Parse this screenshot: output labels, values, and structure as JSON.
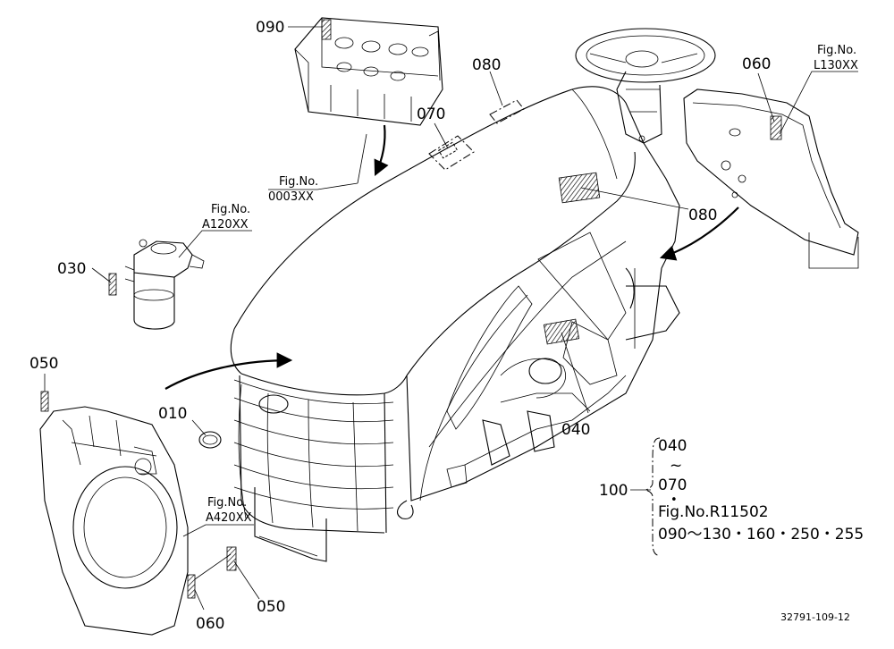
{
  "labels": {
    "p090": "090",
    "p080_top": "080",
    "p070": "070",
    "p080_right": "080",
    "p060_top": "060",
    "p030": "030",
    "p050_left": "050",
    "p010": "010",
    "p040": "040",
    "p050_bottom": "050",
    "p060_bottom": "060",
    "p100": "100"
  },
  "fig_refs": {
    "engine": {
      "caption": "Fig.No.",
      "number": "0003XX"
    },
    "filter": {
      "caption": "Fig.No.",
      "number": "A120XX"
    },
    "panel_right": {
      "caption": "Fig.No.",
      "number": "L130XX"
    },
    "shroud": {
      "caption": "Fig.No.",
      "number": "A420XX"
    }
  },
  "group_note": {
    "range_start": "040",
    "range_sep": "~",
    "range_end": "070",
    "dot": "•",
    "fig_ref": "Fig.No.R11502",
    "fig_range": "090～130・160・250・255"
  },
  "drawing_code": "32791-109-12"
}
